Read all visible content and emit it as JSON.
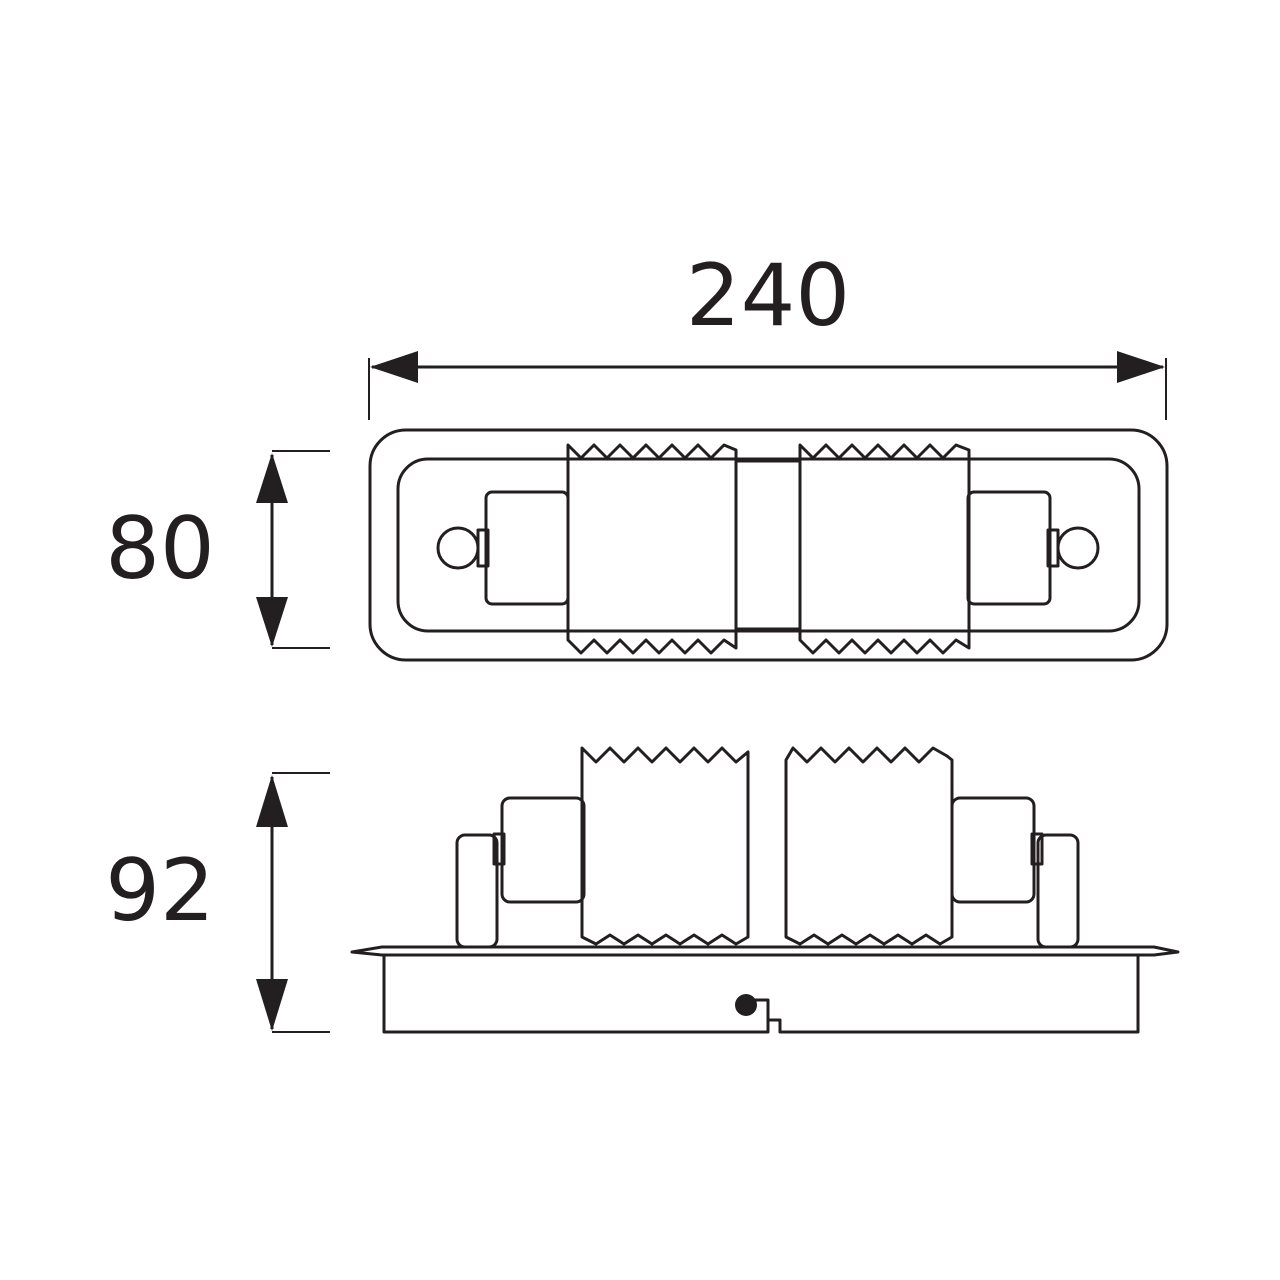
{
  "dimensions": {
    "width": "240",
    "depth": "80",
    "height": "92"
  },
  "colors": {
    "line": "#231f20",
    "background": "#ffffff"
  }
}
